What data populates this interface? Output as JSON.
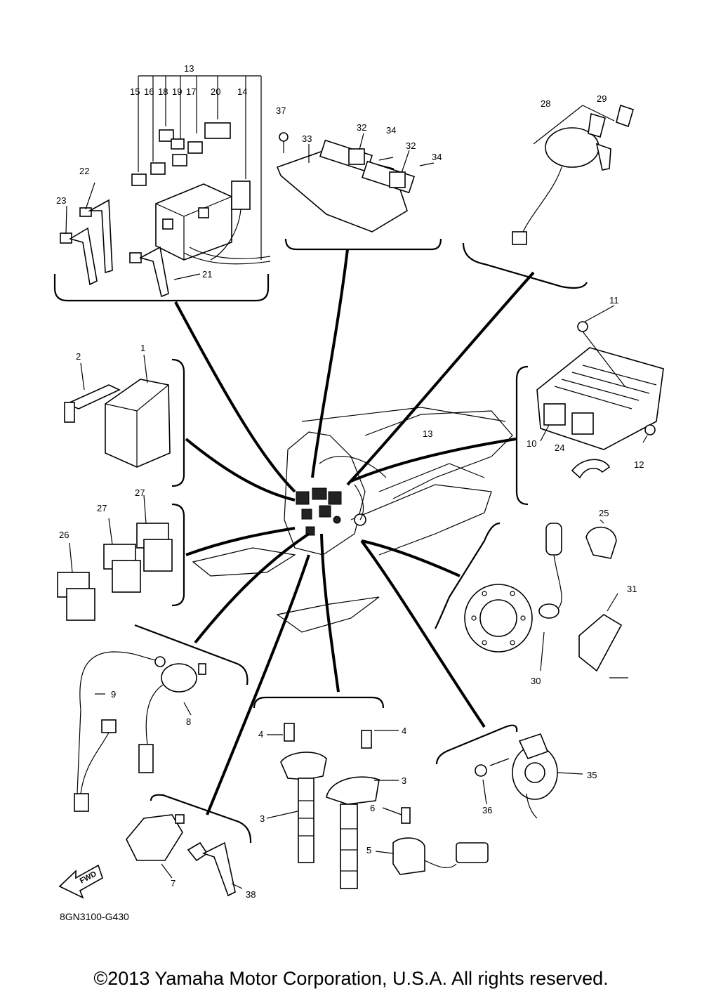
{
  "diagram_code": "8GN3100-G430",
  "fwd_label": "FWD",
  "copyright": "©2013 Yamaha Motor Corporation, U.S.A. All rights reserved.",
  "callouts": {
    "c1": "1",
    "c2": "2",
    "c3a": "3",
    "c3b": "3",
    "c4a": "4",
    "c4b": "4",
    "c5": "5",
    "c6": "6",
    "c7": "7",
    "c8": "8",
    "c9": "9",
    "c10": "10",
    "c11": "11",
    "c12": "12",
    "c13a": "13",
    "c13b": "13",
    "c14": "14",
    "c15": "15",
    "c16": "16",
    "c17": "17",
    "c18": "18",
    "c19": "19",
    "c20": "20",
    "c21": "21",
    "c22": "22",
    "c23": "23",
    "c24": "24",
    "c25": "25",
    "c26": "26",
    "c27a": "27",
    "c27b": "27",
    "c28": "28",
    "c29": "29",
    "c30": "30",
    "c31": "31",
    "c32a": "32",
    "c32b": "32",
    "c33": "33",
    "c34a": "34",
    "c34b": "34",
    "c35": "35",
    "c36": "36",
    "c37": "37",
    "c38": "38"
  }
}
